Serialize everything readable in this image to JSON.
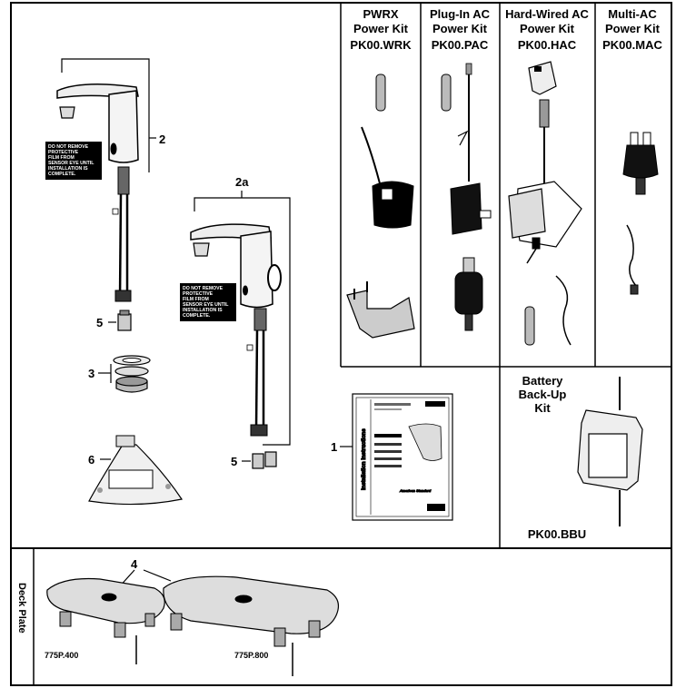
{
  "kits": {
    "pwrx": {
      "line1": "PWRX",
      "line2": "Power Kit",
      "code": "PK00.WRK"
    },
    "plugin": {
      "line1": "Plug-In AC",
      "line2": "Power Kit",
      "code": "PK00.PAC"
    },
    "hardwired": {
      "line1": "Hard-Wired AC",
      "line2": "Power Kit",
      "code": "PK00.HAC"
    },
    "multi": {
      "line1": "Multi-AC",
      "line2": "Power Kit",
      "code": "PK00.MAC"
    },
    "battery": {
      "line1": "Battery",
      "line2": "Back-Up",
      "line3": "Kit",
      "code": "PK00.BBU"
    }
  },
  "warning": {
    "lines": [
      "DO NOT REMOVE",
      "PROTECTIVE",
      "FILM FROM",
      "SENSOR EYE UNTIL",
      "INSTALLATION IS",
      "COMPLETE."
    ]
  },
  "callouts": {
    "faucet": "2",
    "faucet_alt": "2a",
    "manual": "1",
    "deck": "4",
    "hose": "5",
    "hose_alt": "5",
    "mounting": "3",
    "bag": "6"
  },
  "deck_plate": {
    "side_label": "Deck Plate",
    "model_small": "775P.400",
    "model_large": "775P.800"
  },
  "manual": {
    "vertical_title": "Installation Instructions",
    "brand": "American Standard"
  },
  "icons": [
    "faucet-illustration",
    "hose-connector-icon",
    "mounting-kit-icon",
    "parts-bag-icon",
    "battery-pack-icon",
    "power-supply-icon",
    "plug-transformer-icon",
    "manual-icon",
    "deck-plate-icon"
  ]
}
